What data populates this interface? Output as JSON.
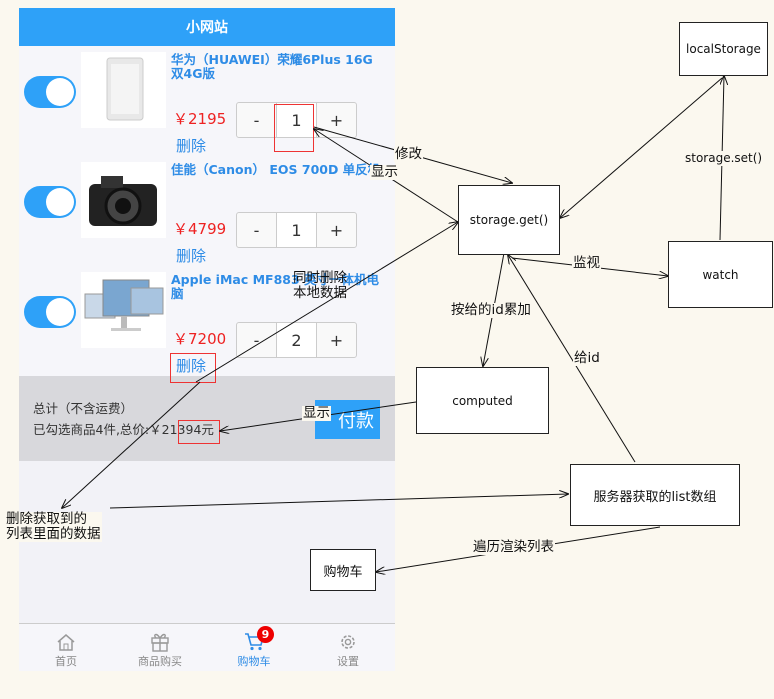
{
  "app": {
    "title": "小网站"
  },
  "products": [
    {
      "name": "华为（HUAWEI）荣耀6Plus 16G 双4G版",
      "price": "￥2195",
      "qty": "1",
      "delete_label": "删除",
      "minus": "-",
      "plus": "+"
    },
    {
      "name": "佳能（Canon） EOS 700D 单反机",
      "price": "￥4799",
      "qty": "1",
      "delete_label": "删除",
      "minus": "-",
      "plus": "+"
    },
    {
      "name": "Apple iMac MF883 英寸一体机电脑",
      "price": "￥7200",
      "qty": "2",
      "delete_label": "删除",
      "minus": "-",
      "plus": "+"
    }
  ],
  "summary": {
    "line1": "总计（不含运费）",
    "line2": "已勾选商品4件,总价:￥21394元",
    "pay_label": "付款"
  },
  "tabbar": {
    "items": [
      {
        "label": "首页",
        "icon": "home-icon"
      },
      {
        "label": "商品购买",
        "icon": "gift-icon"
      },
      {
        "label": "购物车",
        "icon": "cart-icon",
        "badge": "9"
      },
      {
        "label": "设置",
        "icon": "gear-icon"
      }
    ]
  },
  "diagram": {
    "nodes": {
      "local_storage": "localStorage",
      "storage_get": "storage.get()",
      "watch": "watch",
      "computed": "computed",
      "server": "服务器获取的list数组",
      "cart": "购物车"
    },
    "labels": {
      "modify": "修改",
      "show1": "显示",
      "storage_set": "storage.set()",
      "monitor": "监视",
      "accumulate": "按给的id累加",
      "give_id": "给id",
      "sync_delete": "同时删除\n本地数据",
      "show2": "显示",
      "delete_list": "删除获取到的\n列表里面的数据",
      "render": "遍历渲染列表"
    }
  },
  "colors": {
    "accent": "#2ea1f8",
    "price": "#ee2222",
    "link": "#2e8ce6",
    "annotation": "#e33333"
  }
}
